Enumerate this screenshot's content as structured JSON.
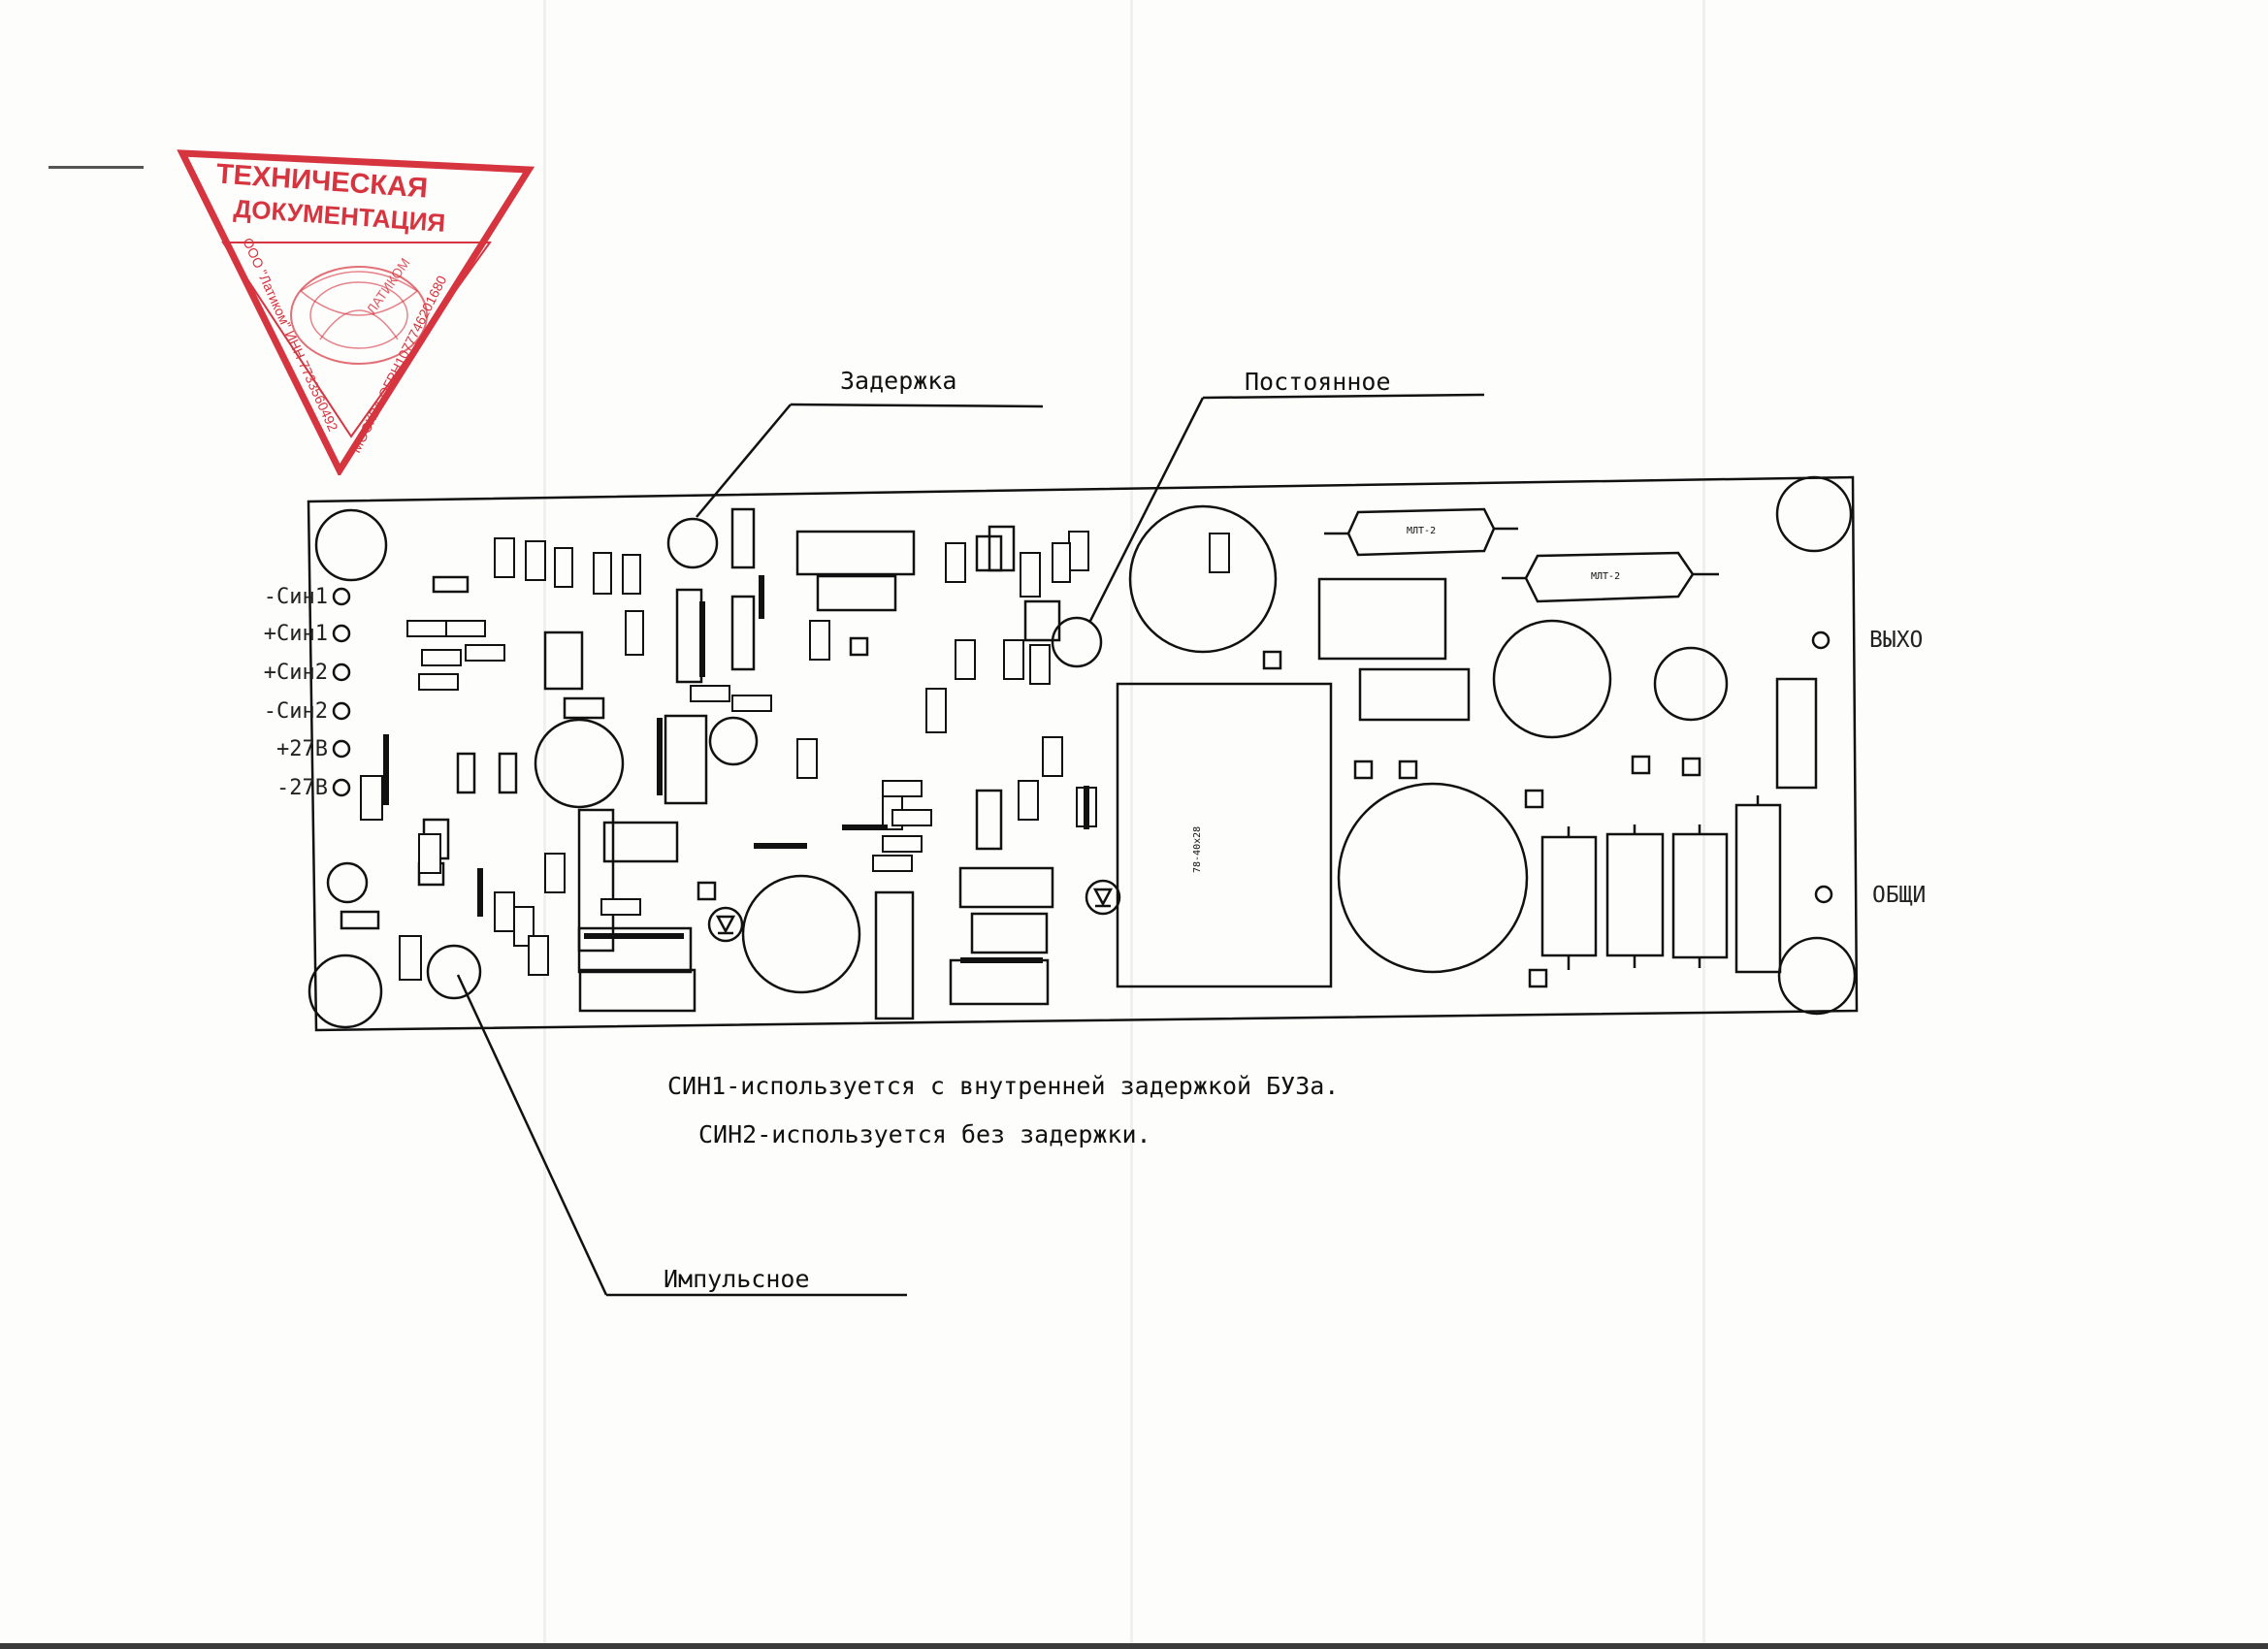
{
  "stamp": {
    "line1": "ТЕХНИЧЕСКАЯ",
    "line2": "ДОКУМЕНТАЦИЯ",
    "left_side": "ООО \"Латиком\" ИНН 7733560492",
    "right_side": "МОСКВА ОГРН1077746201680",
    "center": "ЛАТИКОМ",
    "color": "#d6343f"
  },
  "callouts": {
    "delay": "Задержка",
    "constant": "Постоянное",
    "pulse": "Импульсное"
  },
  "pins": [
    "-Син1",
    "+Син1",
    "+Син2",
    "-Син2",
    "+27В",
    "-27В"
  ],
  "outputs": {
    "out": "ВЫХО",
    "common": "ОБЩИ"
  },
  "component_labels": {
    "trans": "78-40x28",
    "res1": "МЛТ-2",
    "res2": "МЛТ-2"
  },
  "notes": {
    "line1": "СИН1-используется с внутренней задержкой БУЗа.",
    "line2": "СИН2-используется без задержки."
  },
  "colors": {
    "ink": "#111111",
    "stamp": "#d6343f",
    "paper": "#fdfdfc"
  }
}
